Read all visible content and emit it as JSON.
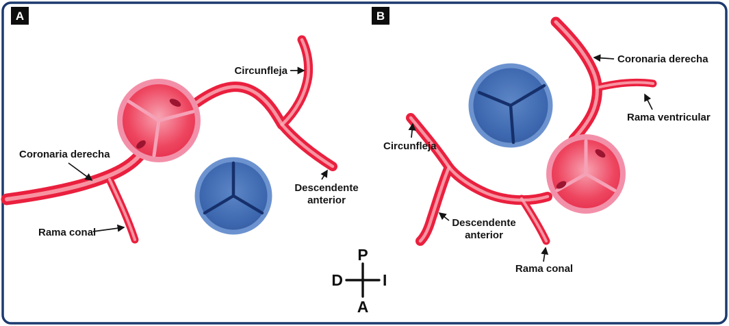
{
  "panel_a": {
    "tag": "A",
    "labels": {
      "circunfleja": "Circunfleja",
      "coronaria_derecha": "Coronaria derecha",
      "rama_conal": "Rama conal",
      "descendente_line1": "Descendente",
      "descendente_line2": "anterior"
    }
  },
  "panel_b": {
    "tag": "B",
    "labels": {
      "coronaria_derecha": "Coronaria derecha",
      "rama_ventricular": "Rama ventricular",
      "circunfleja": "Circunfleja",
      "descendente_line1": "Descendente",
      "descendente_line2": "anterior",
      "rama_conal": "Rama conal"
    }
  },
  "compass": {
    "top": "P",
    "bottom": "A",
    "left": "D",
    "right": "I"
  },
  "colors": {
    "artery_red": "#EA203E",
    "artery_highlight": "#F9A9B4",
    "aortic_valve_ring": "#F390A9",
    "aortic_valve_fill": "#E8294A",
    "valve_nodule": "#9B1430",
    "pulmonary_valve_ring": "#6C93CF",
    "pulmonary_valve_fill": "#3E69B0",
    "pulmonary_divider": "#16306B",
    "frame_border": "#1C3A6E",
    "label_text": "#141414",
    "panel_tag_bg": "#0D0D0D",
    "panel_tag_text": "#FFFFFF"
  }
}
